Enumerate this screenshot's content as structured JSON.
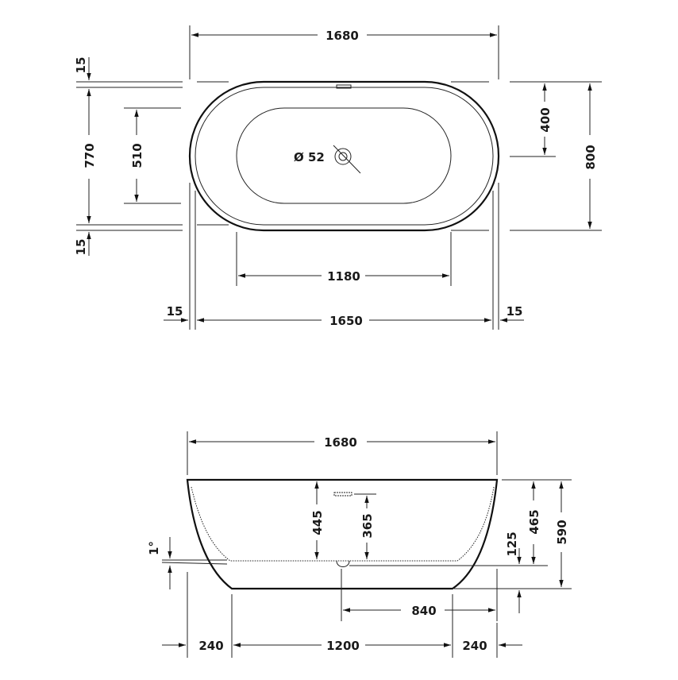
{
  "top_view": {
    "overall_length": "1680",
    "inner_length": "1650",
    "basin_length": "1180",
    "left_rim": "15",
    "right_rim": "15",
    "top_rim": "15",
    "bottom_rim": "15",
    "overall_width_inner": "770",
    "basin_width": "510",
    "drain_offset": "400",
    "overall_width": "800",
    "drain_diameter": "Ø 52"
  },
  "side_view": {
    "overall_length": "1680",
    "depth_445": "445",
    "depth_365": "365",
    "height_465": "465",
    "height_590": "590",
    "base_125": "125",
    "slope": "1°",
    "drain_length": "840",
    "left_offset": "240",
    "base_length": "1200",
    "right_offset": "240"
  }
}
